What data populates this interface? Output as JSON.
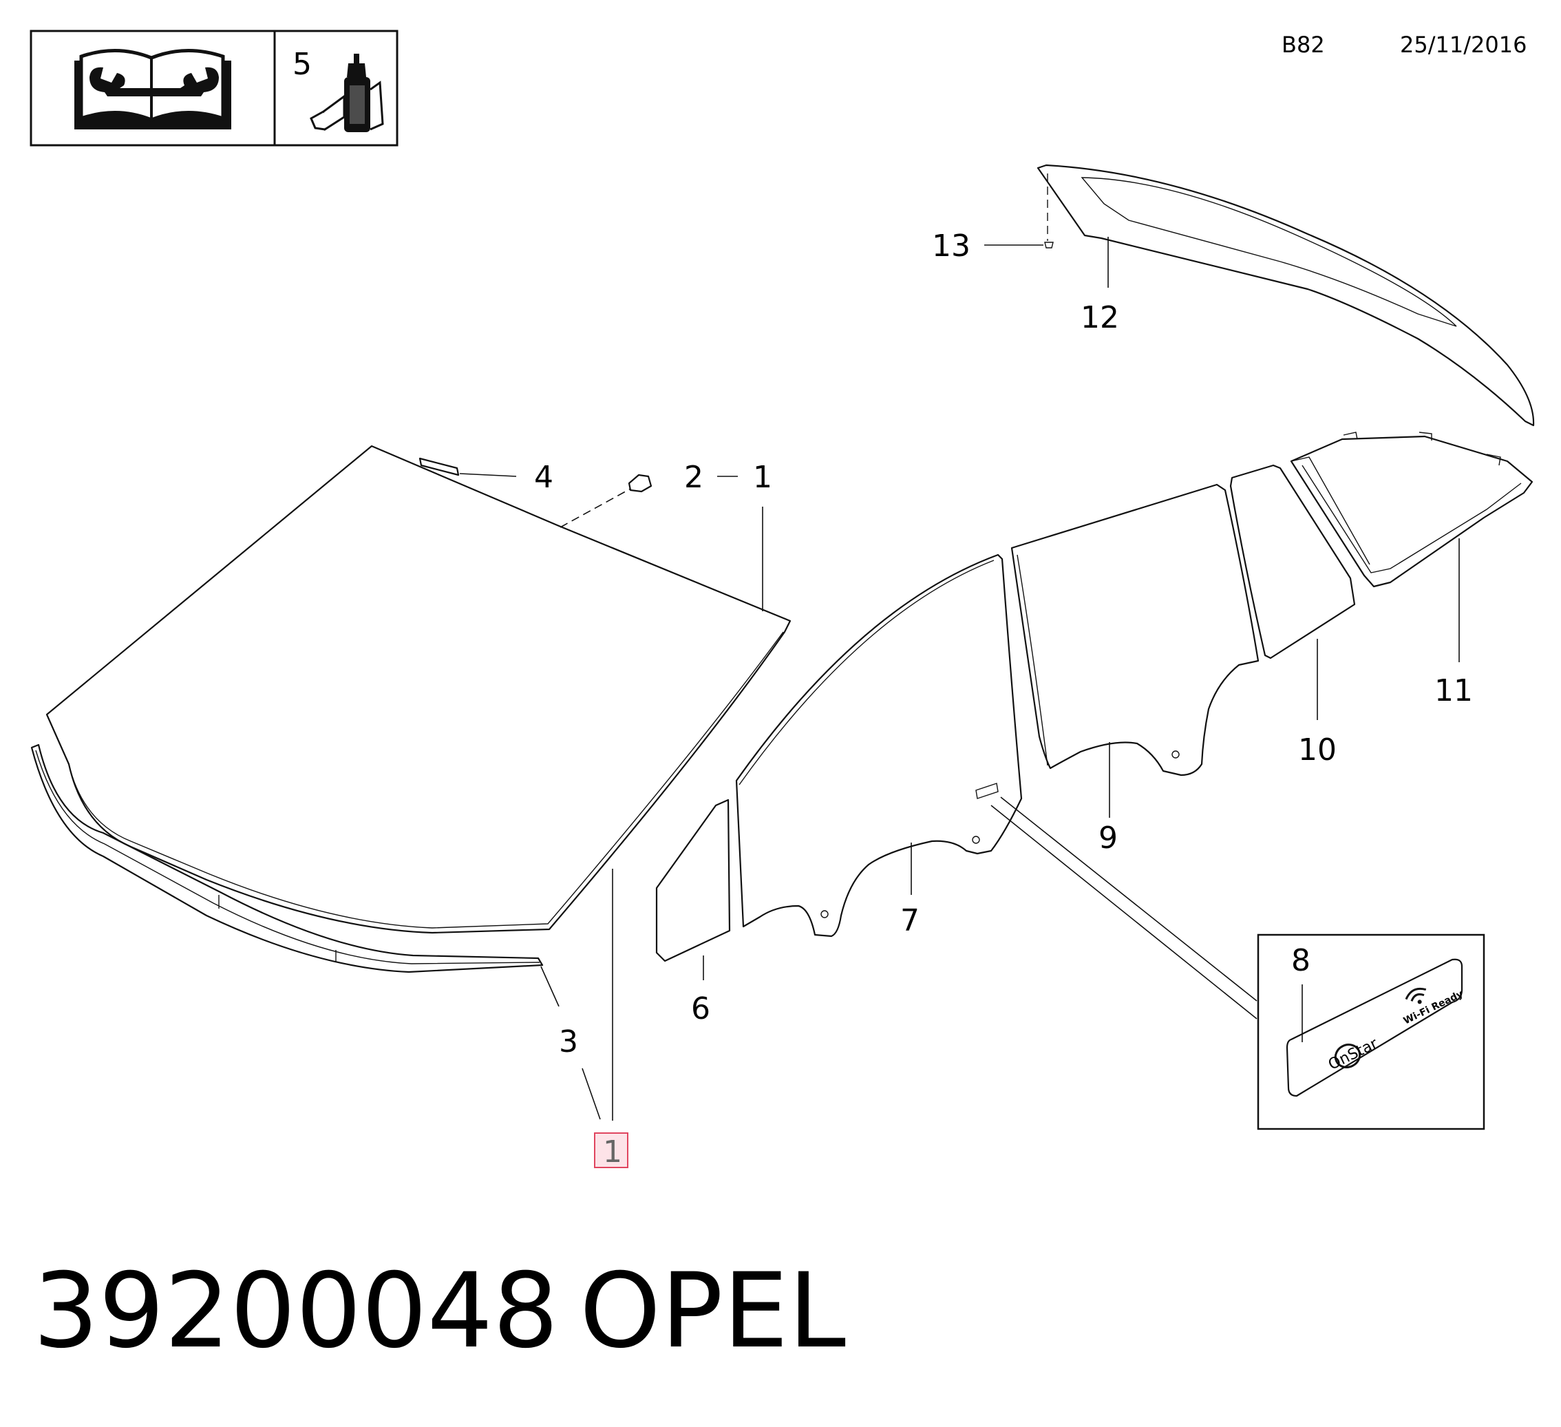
{
  "header": {
    "code": "B82",
    "date": "25/11/2016",
    "tool_panel_number": "5",
    "manual_icon": "repair-manual-icon",
    "adhesive_icon": "adhesive-tube-icon"
  },
  "callouts": {
    "c1a": "1",
    "c2": "2",
    "c3": "3",
    "c4": "4",
    "c6": "6",
    "c7": "7",
    "c8": "8",
    "c9": "9",
    "c10": "10",
    "c11": "11",
    "c12": "12",
    "c13": "13",
    "c1b": "1"
  },
  "inset": {
    "label_brand": "OnStar",
    "label_feature": "Wi-Fi Ready",
    "wifi_icon": "wifi-icon"
  },
  "footer": {
    "part_number": "39200048",
    "brand": "OPEL"
  },
  "colors": {
    "line": "#111111",
    "highlight_fill": "#fde3e8",
    "highlight_stroke": "#e0455f"
  }
}
